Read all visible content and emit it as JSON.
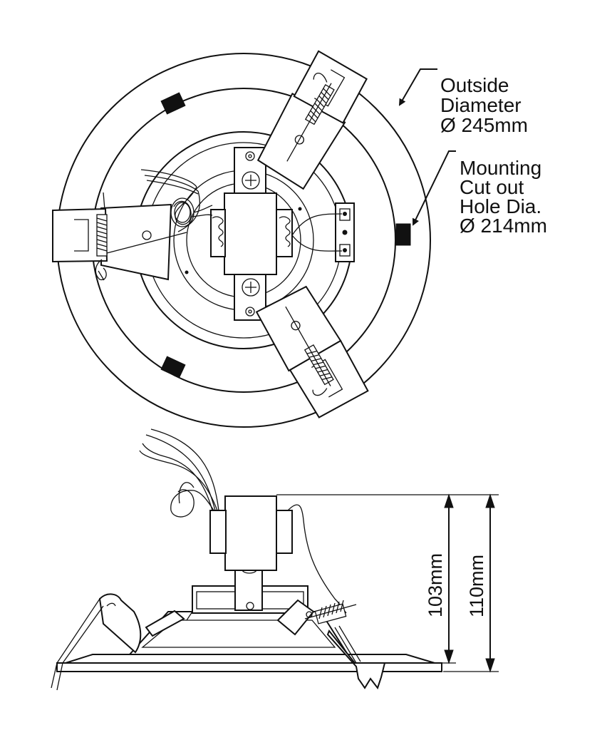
{
  "labels": {
    "outside_diameter": {
      "line1": "Outside",
      "line2": "Diameter",
      "line3": "Ø 245mm"
    },
    "cutout": {
      "line1": "Mounting",
      "line2": "Cut out",
      "line3": "Hole Dia.",
      "line4": "Ø 214mm"
    }
  },
  "dimensions": {
    "inner_height": "103mm",
    "outer_height": "110mm"
  }
}
